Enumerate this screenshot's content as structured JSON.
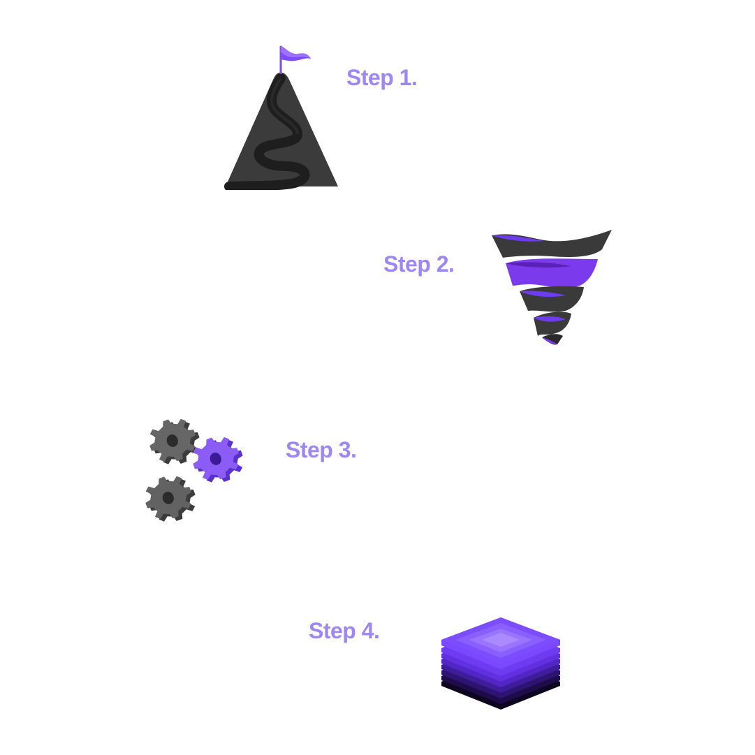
{
  "steps": [
    {
      "label": "Step 1.",
      "icon": "mountain-flag-icon"
    },
    {
      "label": "Step 2.",
      "icon": "tornado-icon"
    },
    {
      "label": "Step 3.",
      "icon": "gears-icon"
    },
    {
      "label": "Step 4.",
      "icon": "layer-stack-icon"
    }
  ],
  "colors": {
    "label": "#9b87f5",
    "accent": "#7c4dff",
    "dark": "#3a3a3a",
    "gear_gray": "#5f5f5f"
  }
}
